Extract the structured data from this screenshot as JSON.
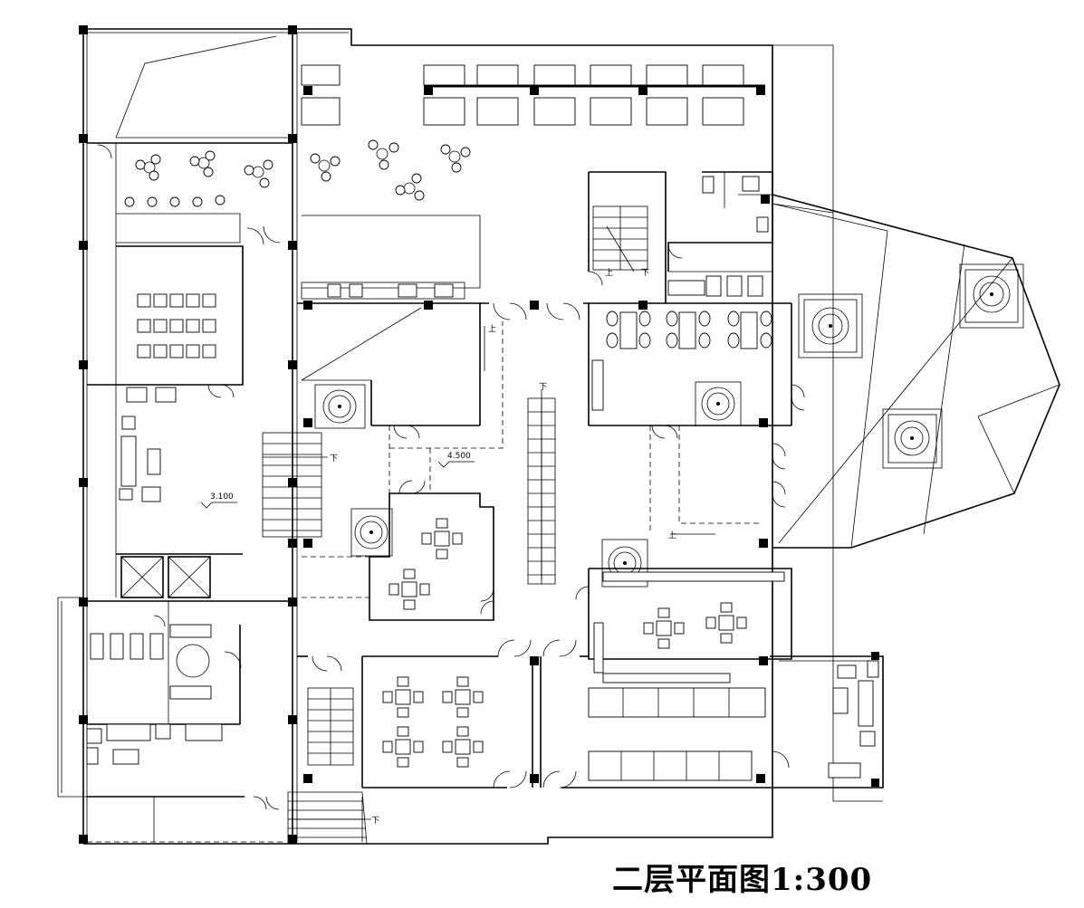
{
  "drawing": {
    "title": "二层平面图1:300",
    "levels": {
      "west_wing": "3.100",
      "central_hall": "4.500"
    },
    "stair_marks": {
      "down": "下",
      "up": "上"
    }
  }
}
